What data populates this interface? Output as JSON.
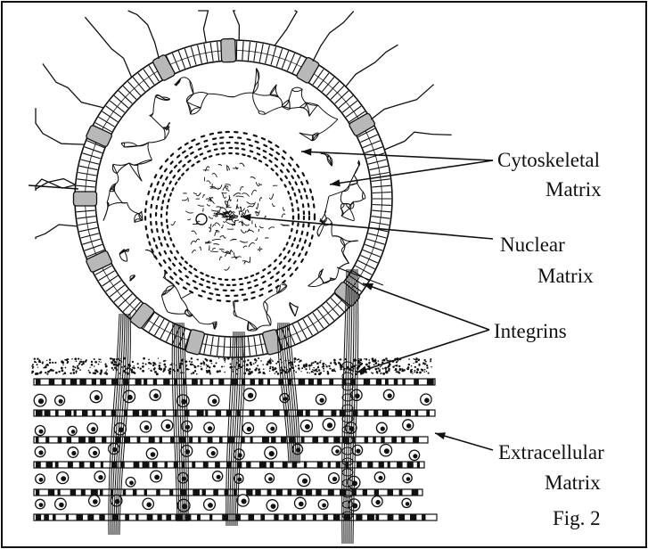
{
  "labels": {
    "cytoskeletal_line1": "Cytoskeletal",
    "cytoskeletal_line2": "Matrix",
    "nuclear_line1": "Nuclear",
    "nuclear_line2": "Matrix",
    "integrins": "Integrins",
    "extracellular_line1": "Extracellular",
    "extracellular_line2": "Matrix",
    "figure": "Fig. 2"
  },
  "colors": {
    "ink": "#111111",
    "integrin_fill": "#b8b8b8",
    "paper": "#ffffff"
  }
}
